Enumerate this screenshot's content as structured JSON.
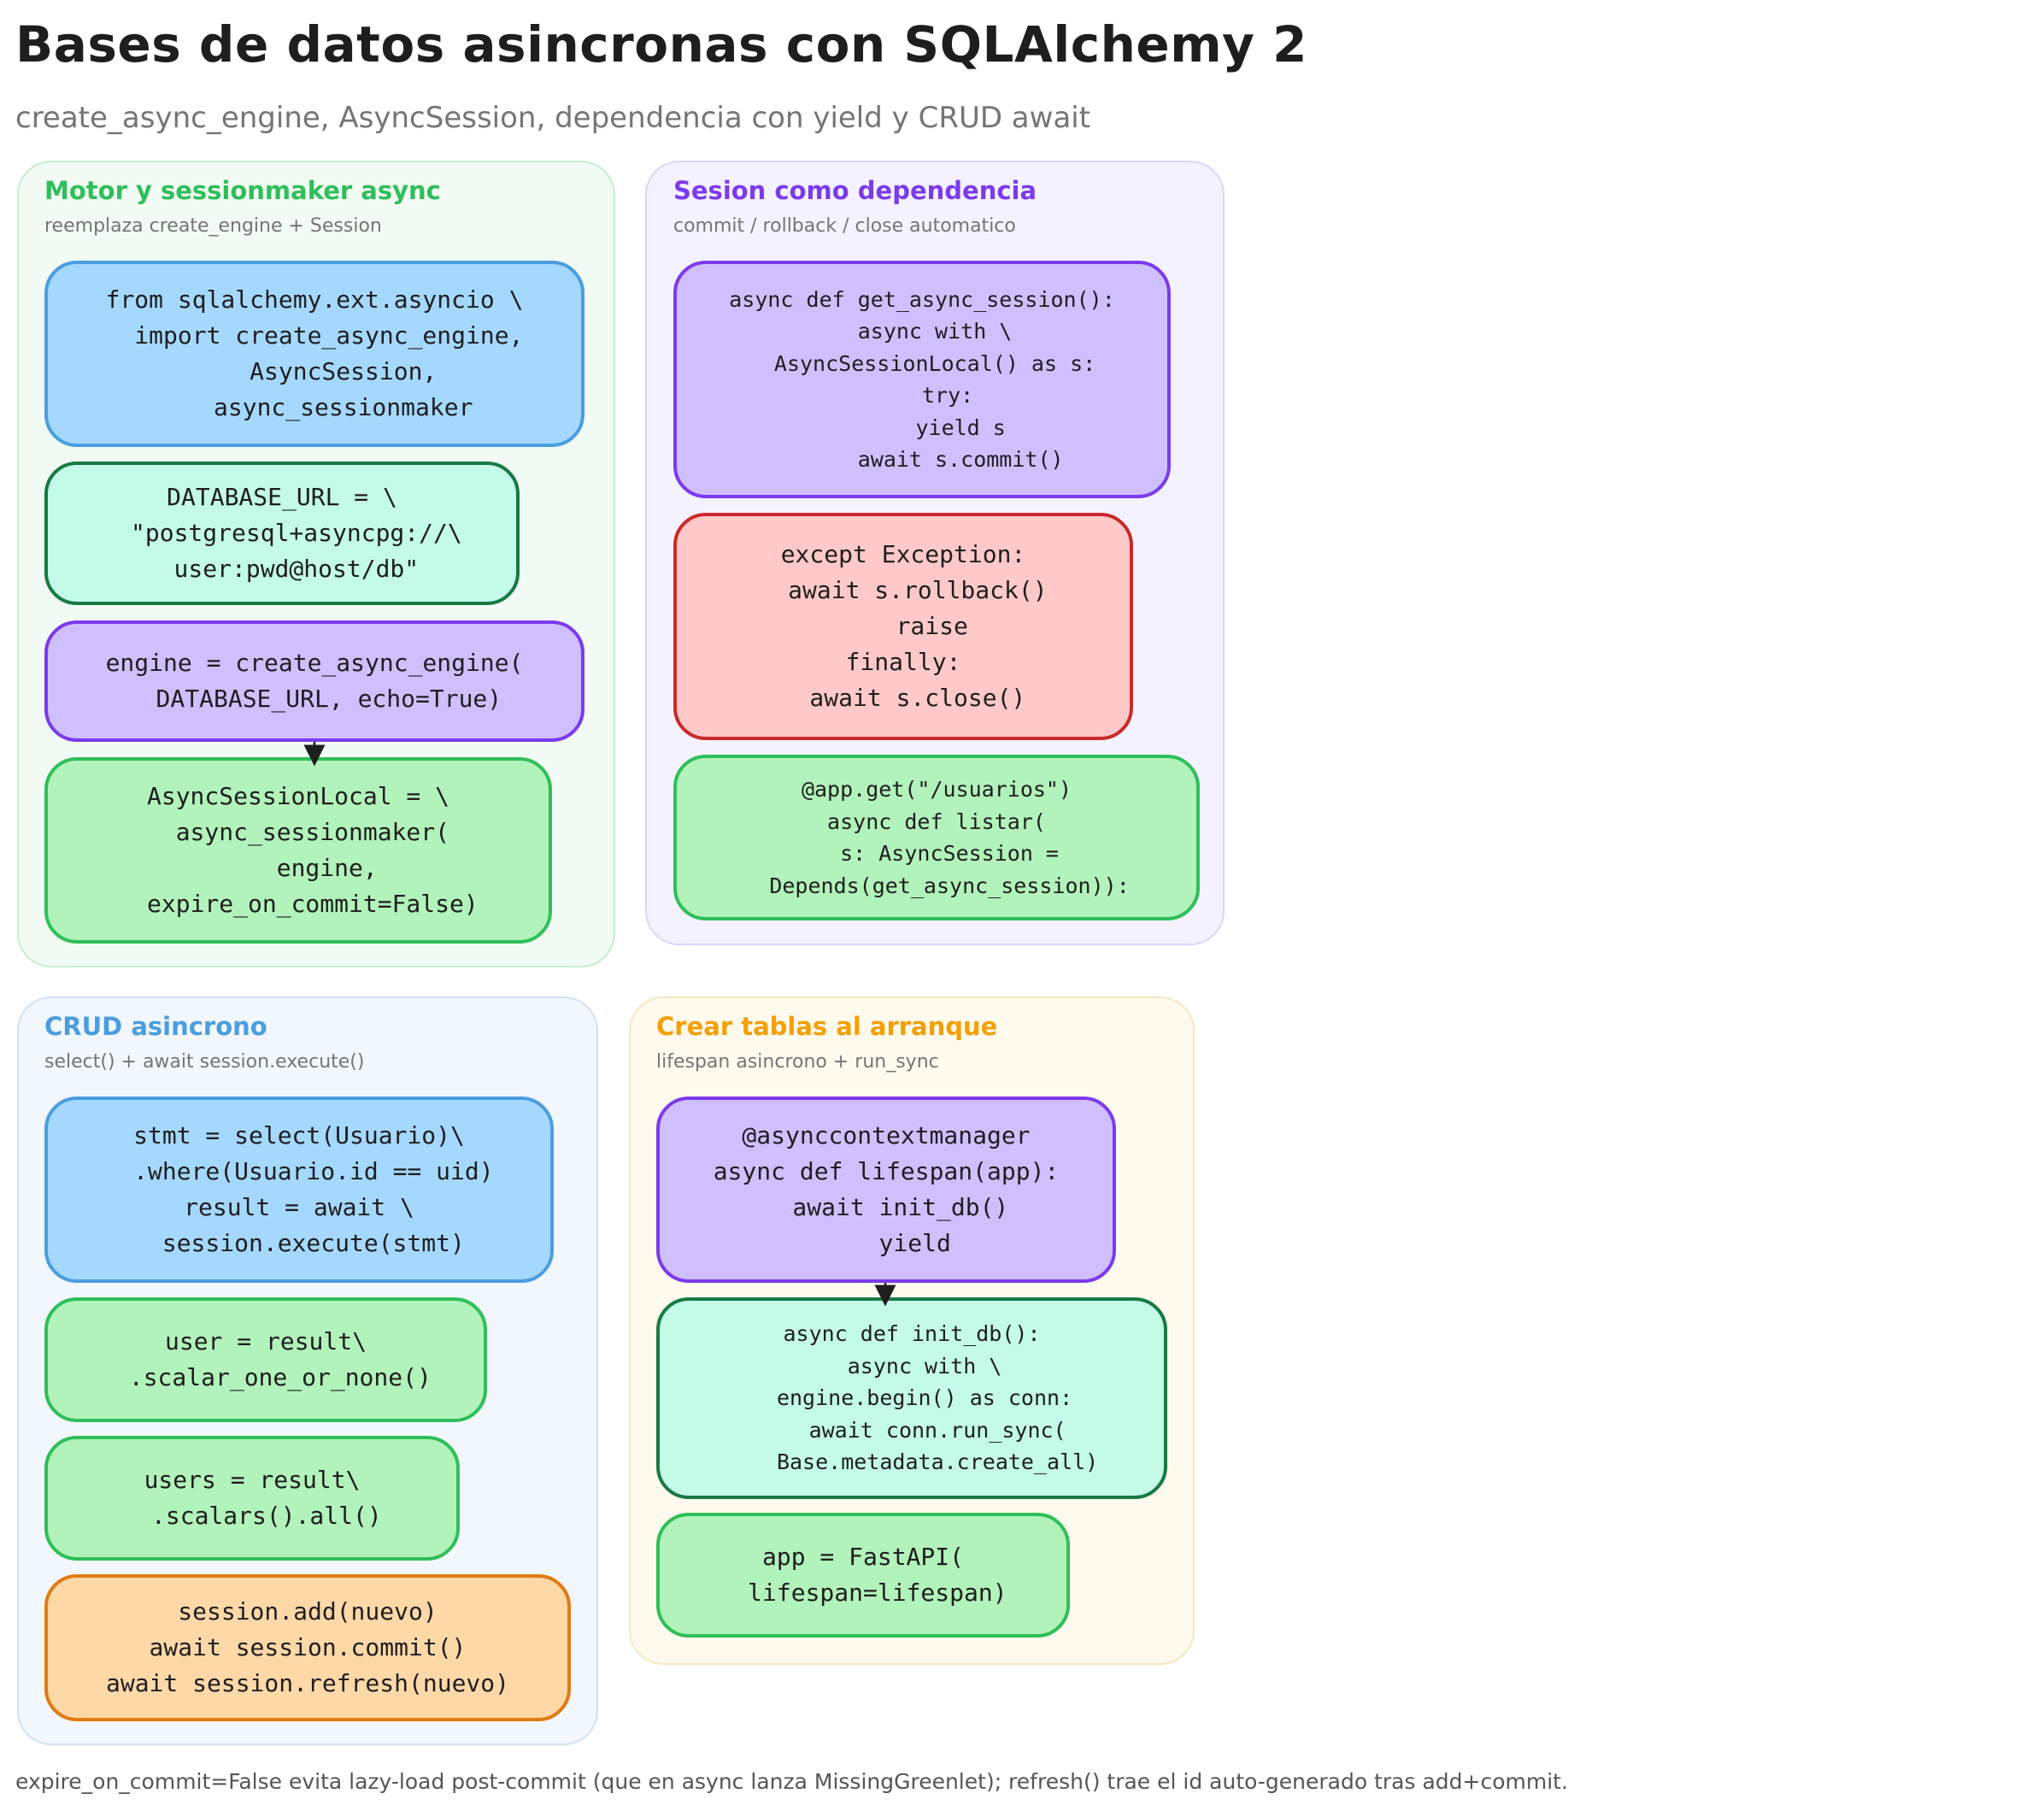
{
  "title": "Bases de datos asincronas con SQLAlchemy 2",
  "subtitle": "create_async_engine, AsyncSession, dependencia con yield y CRUD await",
  "groups": [
    {
      "title": "Motor y sessionmaker async",
      "subtitle": "reemplaza create_engine + Session",
      "color": "#2fbf5a",
      "boxes": [
        "from sqlalchemy.ext.asyncio \\\n  import create_async_engine,\n    AsyncSession,\n    async_sessionmaker",
        "DATABASE_URL = \\\n  \"postgresql+asyncpg://\\\n  user:pwd@host/db\"",
        "engine = create_async_engine(\n  DATABASE_URL, echo=True)",
        "AsyncSessionLocal = \\\n  async_sessionmaker(\n    engine,\n  expire_on_commit=False)"
      ]
    },
    {
      "title": "Sesion como dependencia",
      "subtitle": "commit / rollback / close automatico",
      "color": "#7c3aed",
      "boxes": [
        "async def get_async_session():\n  async with \\\n  AsyncSessionLocal() as s:\n    try:\n      yield s\n      await s.commit()",
        "except Exception:\n  await s.rollback()\n    raise\nfinally:\n  await s.close()",
        "@app.get(\"/usuarios\")\nasync def listar(\n  s: AsyncSession =\n  Depends(get_async_session)):"
      ]
    },
    {
      "title": "CRUD asincrono",
      "subtitle": "select() + await session.execute()",
      "color": "#4a9ee0",
      "boxes": [
        "stmt = select(Usuario)\\\n  .where(Usuario.id == uid)\nresult = await \\\n  session.execute(stmt)",
        "user = result\\\n  .scalar_one_or_none()",
        "users = result\\\n  .scalars().all()",
        "session.add(nuevo)\nawait session.commit()\nawait session.refresh(nuevo)"
      ]
    },
    {
      "title": "Crear tablas al arranque",
      "subtitle": "lifespan asincrono + run_sync",
      "color": "#f59f00",
      "boxes": [
        "@asynccontextmanager\nasync def lifespan(app):\n  await init_db()\n    yield",
        "async def init_db():\n  async with \\\n  engine.begin() as conn:\n    await conn.run_sync(\n    Base.metadata.create_all)",
        "app = FastAPI(\n  lifespan=lifespan)"
      ]
    }
  ],
  "footer": "expire_on_commit=False evita lazy-load post-commit (que en async lanza MissingGreenlet); refresh() trae el id auto-generado tras add+commit."
}
